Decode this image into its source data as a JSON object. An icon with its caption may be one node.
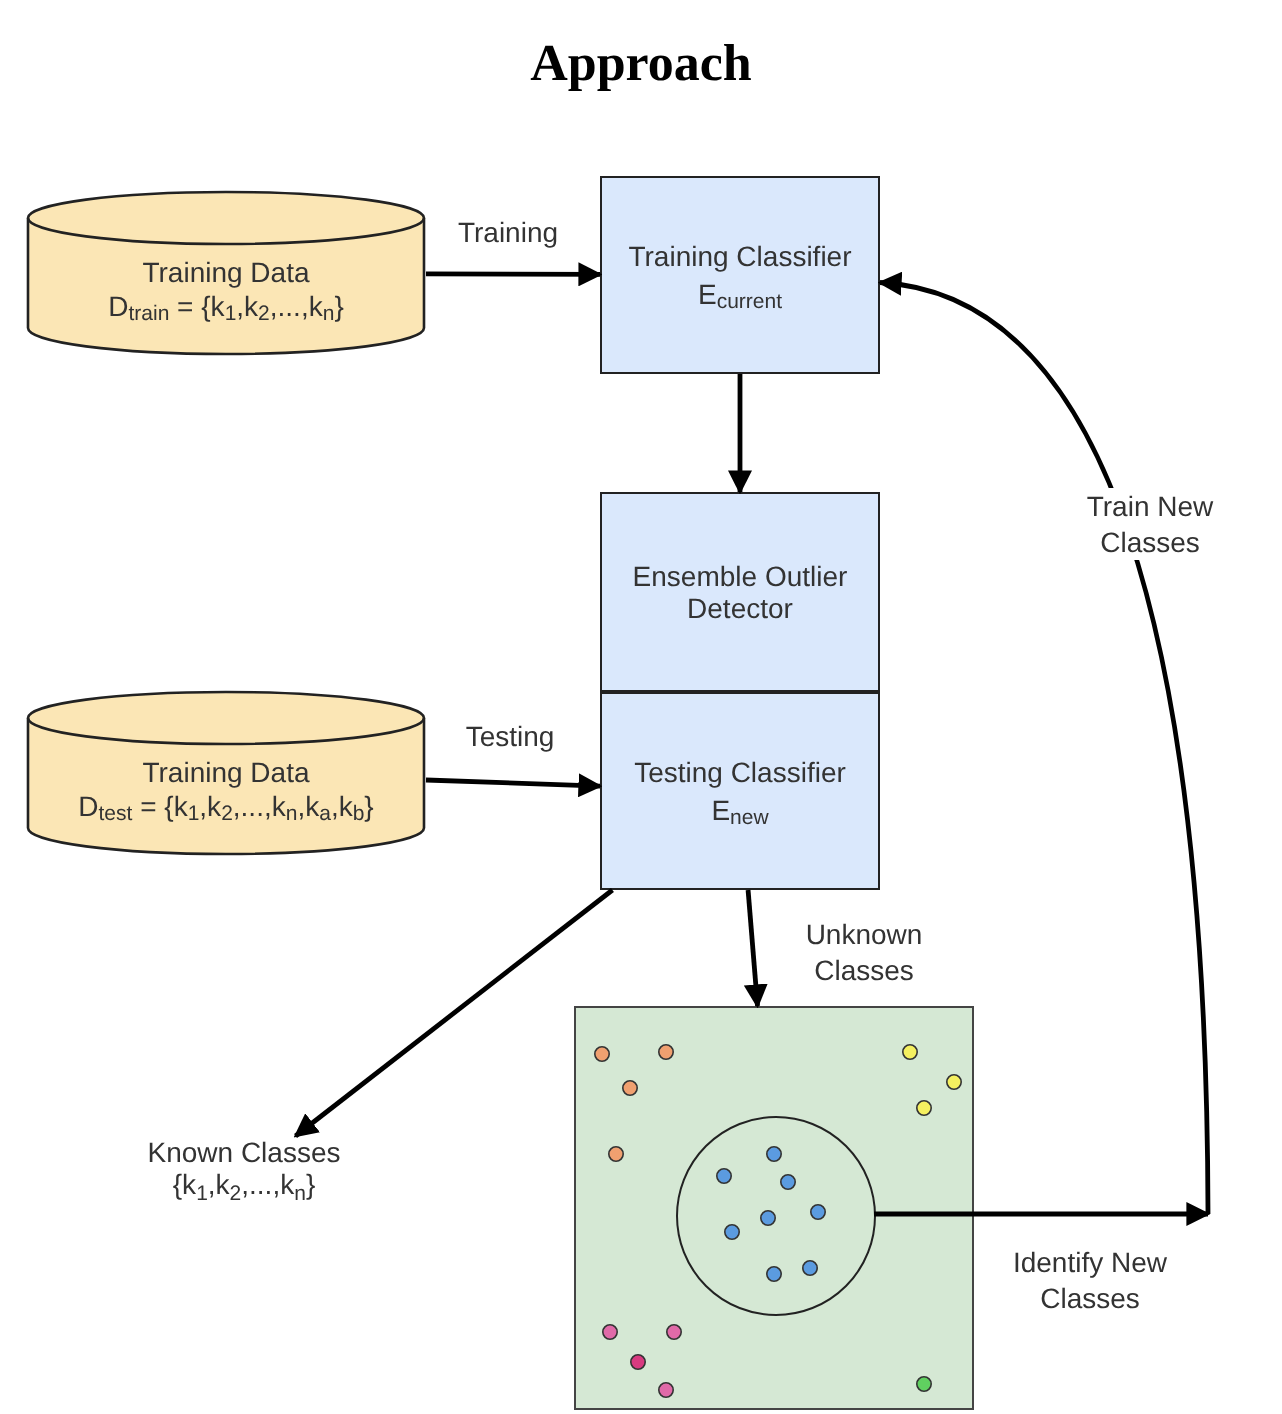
{
  "diagram": {
    "title": "Approach",
    "nodes": [
      {
        "text": [
          "Training Data",
          "D$_{train}$ = {k$_{1}$,k$_{2}$,...,k$_{n}$}"
        ]
      },
      {
        "text": [
          "Training Classifier",
          "E$_{current}$"
        ]
      },
      {
        "text": [
          "Ensemble Outlier Detector"
        ]
      },
      {
        "text": [
          "Testing Classifier",
          "E$_{new}$"
        ]
      },
      {
        "text": [
          "Training Data",
          "D$_{test}$ = {k$_{1}$,k$_{2}$,...,k$_{n}$,k$_{a}$,k$_{b}$}"
        ]
      },
      {
        "text": [
          "Known Classes",
          "{k$_{1}$,k$_{2}$,...,k$_{n}$}"
        ]
      },
      {
        "text": [],
        "shape": "box"
      },
      {
        "text": [],
        "shape": "circle",
        "in": 6
      }
    ],
    "edges": [
      {
        "from": 0,
        "to": 1,
        "arrow": "to",
        "label": "Training"
      },
      {
        "from": 1,
        "to": 2,
        "arrow": "to"
      },
      {
        "from": 4,
        "to": 3,
        "arrow": "to",
        "label": "Testing"
      },
      {
        "from": 3,
        "to": 5,
        "arrow": "to"
      },
      {
        "from": 3,
        "to": 6,
        "arrow": "to",
        "label": "Unknown Classes"
      },
      {
        "from": 7,
        "to": null,
        "arrow": "to",
        "label": "Identify New Classes"
      },
      {
        "from": null,
        "to": 1,
        "arrow": "to",
        "label": "Train New Classes"
      }
    ]
  }
}
